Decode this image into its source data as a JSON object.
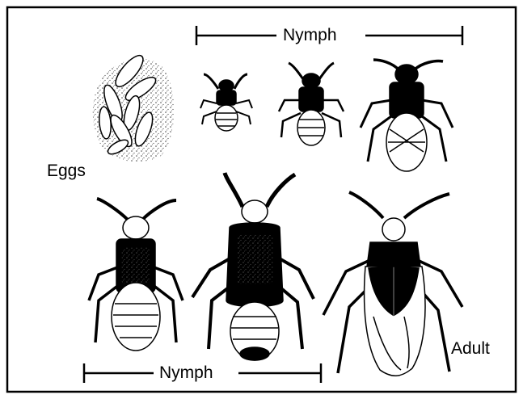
{
  "labels": {
    "nymph_top": "Nymph",
    "nymph_bottom": "Nymph",
    "eggs": "Eggs",
    "adult": "Adult"
  },
  "colors": {
    "ink": "#000000",
    "paper": "#ffffff",
    "speckle": "#444444"
  },
  "stages": [
    "eggs",
    "nymph-instar-1",
    "nymph-instar-2",
    "nymph-instar-3",
    "nymph-instar-4",
    "nymph-instar-5",
    "adult"
  ]
}
